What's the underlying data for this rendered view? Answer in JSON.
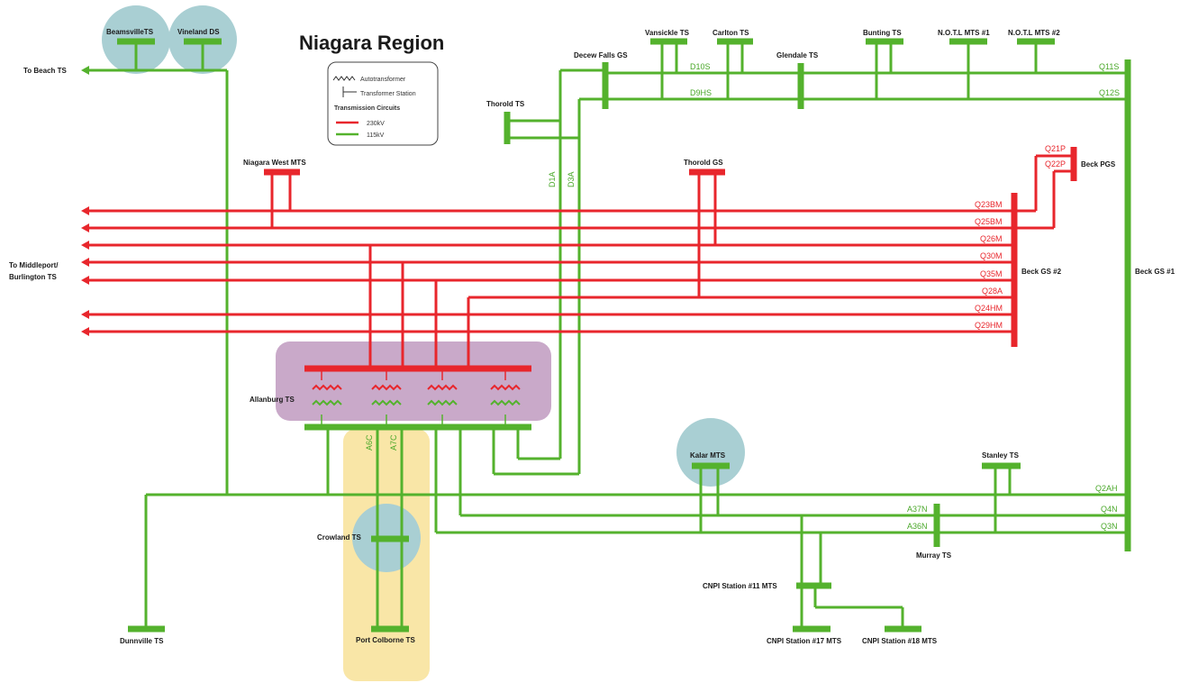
{
  "title": "Niagara Region",
  "colors": {
    "kv230": "#e8262c",
    "kv115": "#54b22d",
    "station_circle": "#a9cfd3",
    "allanburg_area": "#c9a9c9",
    "port_colborne_area": "#f9e6a7"
  },
  "legend": {
    "autotransformer": "Autotransformer",
    "transformer_station": "Transformer Station",
    "heading": "Transmission Circuits",
    "kv230": "230kV",
    "kv115": "115kV"
  },
  "stations": {
    "beamsville": "BeamsvilleTS",
    "vineland": "Vineland DS",
    "to_beach": "To Beach TS",
    "niagara_west": "Niagara West MTS",
    "to_middleport_1": "To Middleport/",
    "to_middleport_2": "Burlington TS",
    "allanburg": "Allanburg TS",
    "crowland": "Crowland TS",
    "port_colborne": "Port Colborne TS",
    "dunnville": "Dunnville TS",
    "thorold_ts": "Thorold TS",
    "decew": "Decew Falls GS",
    "vansickle": "Vansickle TS",
    "carlton": "Carlton TS",
    "glendale": "Glendale TS",
    "bunting": "Bunting TS",
    "noti1": "N.O.T.L MTS #1",
    "noti2": "N.O.T.L MTS #2",
    "thorold_gs": "Thorold GS",
    "beck_pgs": "Beck PGS",
    "beck_gs2": "Beck GS #2",
    "beck_gs1": "Beck GS #1",
    "kalar": "Kalar MTS",
    "stanley": "Stanley TS",
    "murray": "Murray TS",
    "cnpi11": "CNPI Station #11 MTS",
    "cnpi17": "CNPI Station #17 MTS",
    "cnpi18": "CNPI Station #18 MTS"
  },
  "circuits": {
    "q11s": "Q11S",
    "q12s": "Q12S",
    "d10s": "D10S",
    "d9hs": "D9HS",
    "d1a": "D1A",
    "d3a": "D3A",
    "q21p": "Q21P",
    "q22p": "Q22P",
    "q23bm": "Q23BM",
    "q25bm": "Q25BM",
    "q26m": "Q26M",
    "q30m": "Q30M",
    "q35m": "Q35M",
    "q28a": "Q28A",
    "q24hm": "Q24HM",
    "q29hm": "Q29HM",
    "a6c": "A6C",
    "a7c": "A7C",
    "q2ah": "Q2AH",
    "q4n": "Q4N",
    "q3n": "Q3N",
    "a37n": "A37N",
    "a36n": "A36N"
  }
}
